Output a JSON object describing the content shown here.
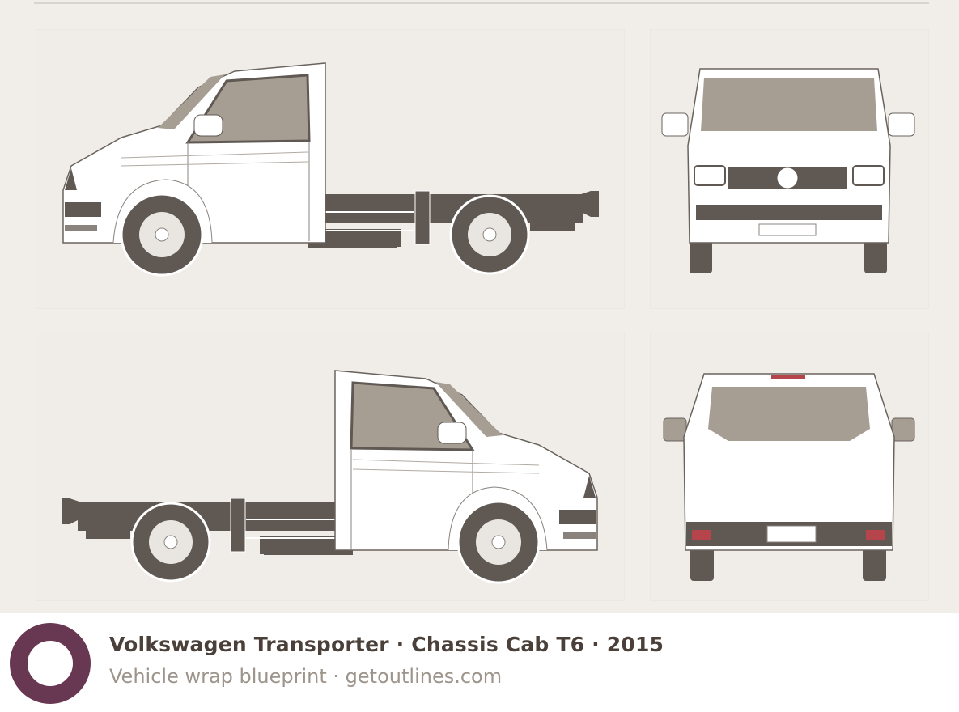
{
  "footer": {
    "title": "Volkswagen Transporter · Chassis Cab T6 · 2015",
    "subtitle": "Vehicle wrap blueprint · getoutlines.com",
    "logo_icon": "ring-logo-icon",
    "logo_color": "#683751"
  },
  "blueprint": {
    "views": [
      "left-side",
      "front",
      "right-side",
      "rear"
    ],
    "colors": {
      "background": "#f1eeea",
      "body": "#ffffff",
      "glass": "#a79e93",
      "trim": "#5f5853",
      "lights": "#b5454a"
    }
  }
}
